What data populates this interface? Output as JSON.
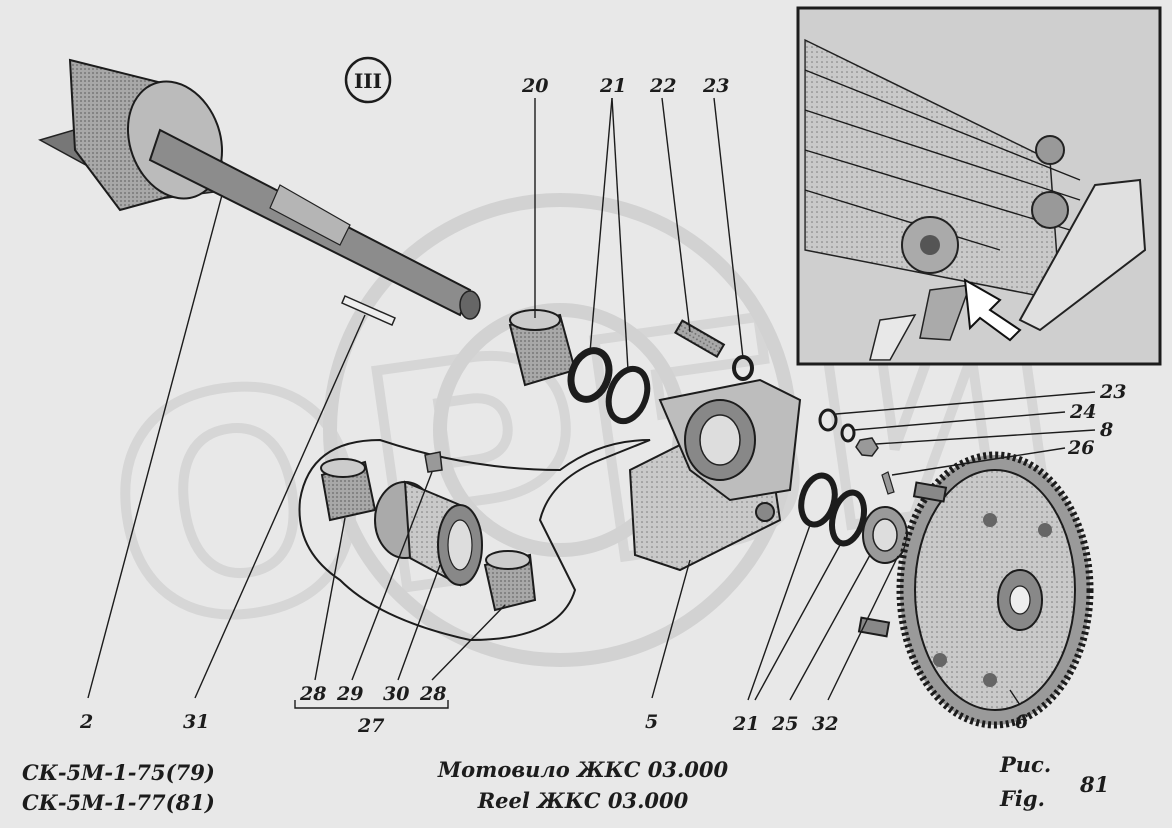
{
  "section_marker": "III",
  "part_numbers": {
    "p20": "20",
    "p21a": "21",
    "p22": "22",
    "p23a": "23",
    "p23b": "23",
    "p24": "24",
    "p8": "8",
    "p26": "26",
    "p2": "2",
    "p31": "31",
    "p28a": "28",
    "p29": "29",
    "p30": "30",
    "p28b": "28",
    "p27": "27",
    "p5": "5",
    "p21b": "21",
    "p25": "25",
    "p32": "32",
    "p6": "6"
  },
  "caption": {
    "model_line1": "СК-5М-1-75(79)",
    "model_line2": "СК-5М-1-77(81)",
    "title_ru": "Мотовило ЖКС 03.000",
    "title_en": "Reel ЖКС 03.000",
    "fig_ru": "Рис.",
    "fig_en": "Fig.",
    "fig_number": "81"
  },
  "watermark": "ОРБИ",
  "colors": {
    "paper": "#e8e8e8",
    "ink": "#1c1c1c",
    "metal": "#9a9a9a",
    "watermark": "#d6d6d6"
  }
}
